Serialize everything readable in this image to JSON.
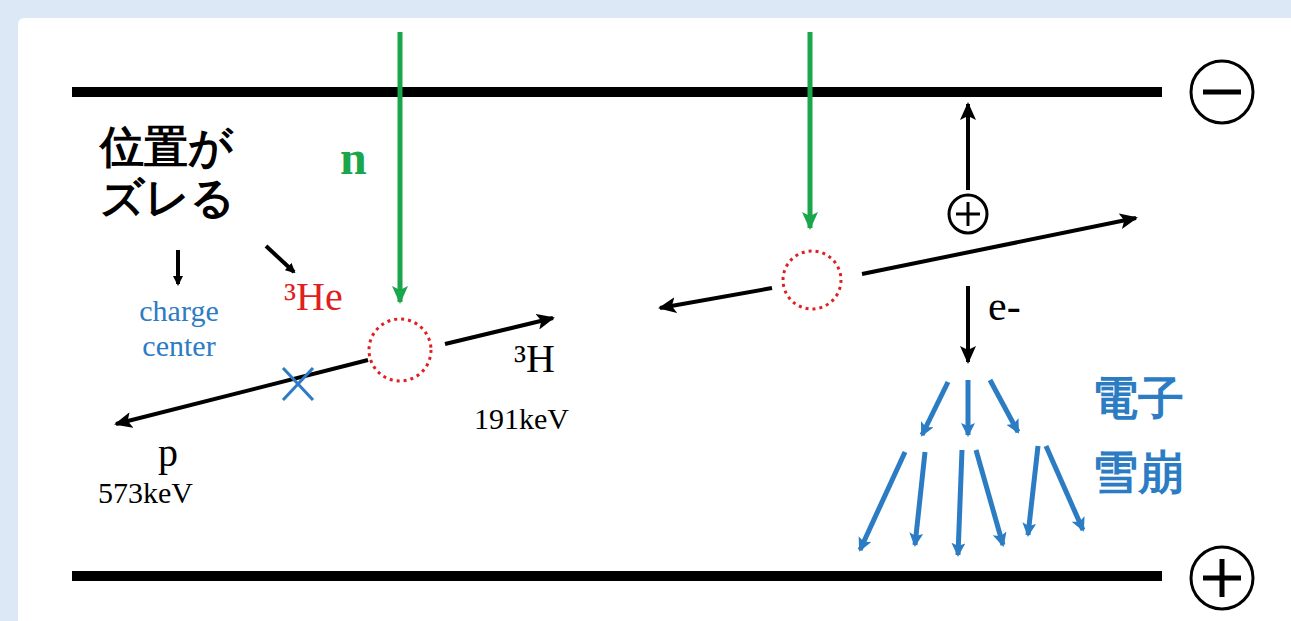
{
  "diagram": {
    "labels": [
      "位置が ズレる",
      "n",
      "³He",
      "charge center",
      "³H",
      "191keV",
      "p",
      "573keV",
      "e-",
      "電子 雪崩"
    ]
  }
}
